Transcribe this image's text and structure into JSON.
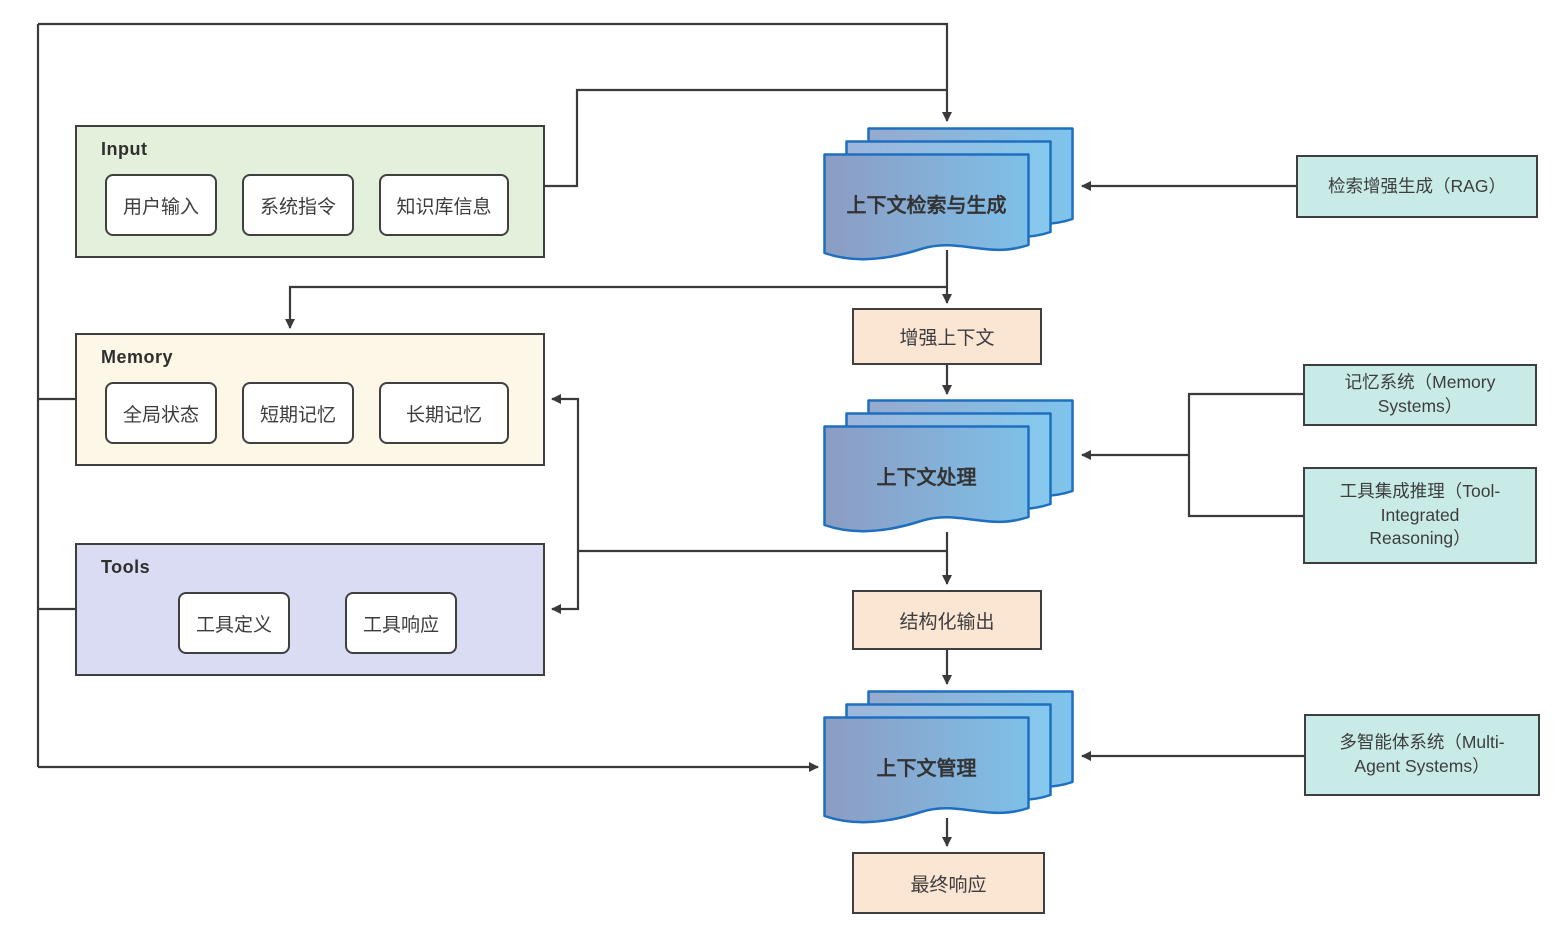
{
  "groups": {
    "input": {
      "label": "Input",
      "items": [
        "用户输入",
        "系统指令",
        "知识库信息"
      ]
    },
    "memory": {
      "label": "Memory",
      "items": [
        "全局状态",
        "短期记忆",
        "长期记忆"
      ]
    },
    "tools": {
      "label": "Tools",
      "items": [
        "工具定义",
        "工具响应"
      ]
    }
  },
  "stages": {
    "retrieval": "上下文检索与生成",
    "processing": "上下文处理",
    "management": "上下文管理"
  },
  "artifacts": {
    "enhanced_context": "增强上下文",
    "structured_output": "结构化输出",
    "final_response": "最终响应"
  },
  "annotations": {
    "rag": "检索增强生成（RAG）",
    "memory_systems": "记忆系统（Memory\nSystems）",
    "tool_integrated_reasoning": "工具集成推理（Tool-\nIntegrated\nReasoning）",
    "multi_agent": "多智能体系统（Multi-\nAgent Systems）"
  },
  "colors": {
    "input_fill": "#E3F1DC",
    "memory_fill": "#FDF7E7",
    "tools_fill": "#D9DCF3",
    "artifact_fill": "#FBE6D4",
    "annotation_fill": "#C8EBE8",
    "doc_border": "#1E6FC0",
    "doc_gradient_left": "#8C9CC3",
    "doc_gradient_right": "#7EC0E8",
    "line": "#3a3a3a",
    "box_border": "#3f3f3f"
  }
}
